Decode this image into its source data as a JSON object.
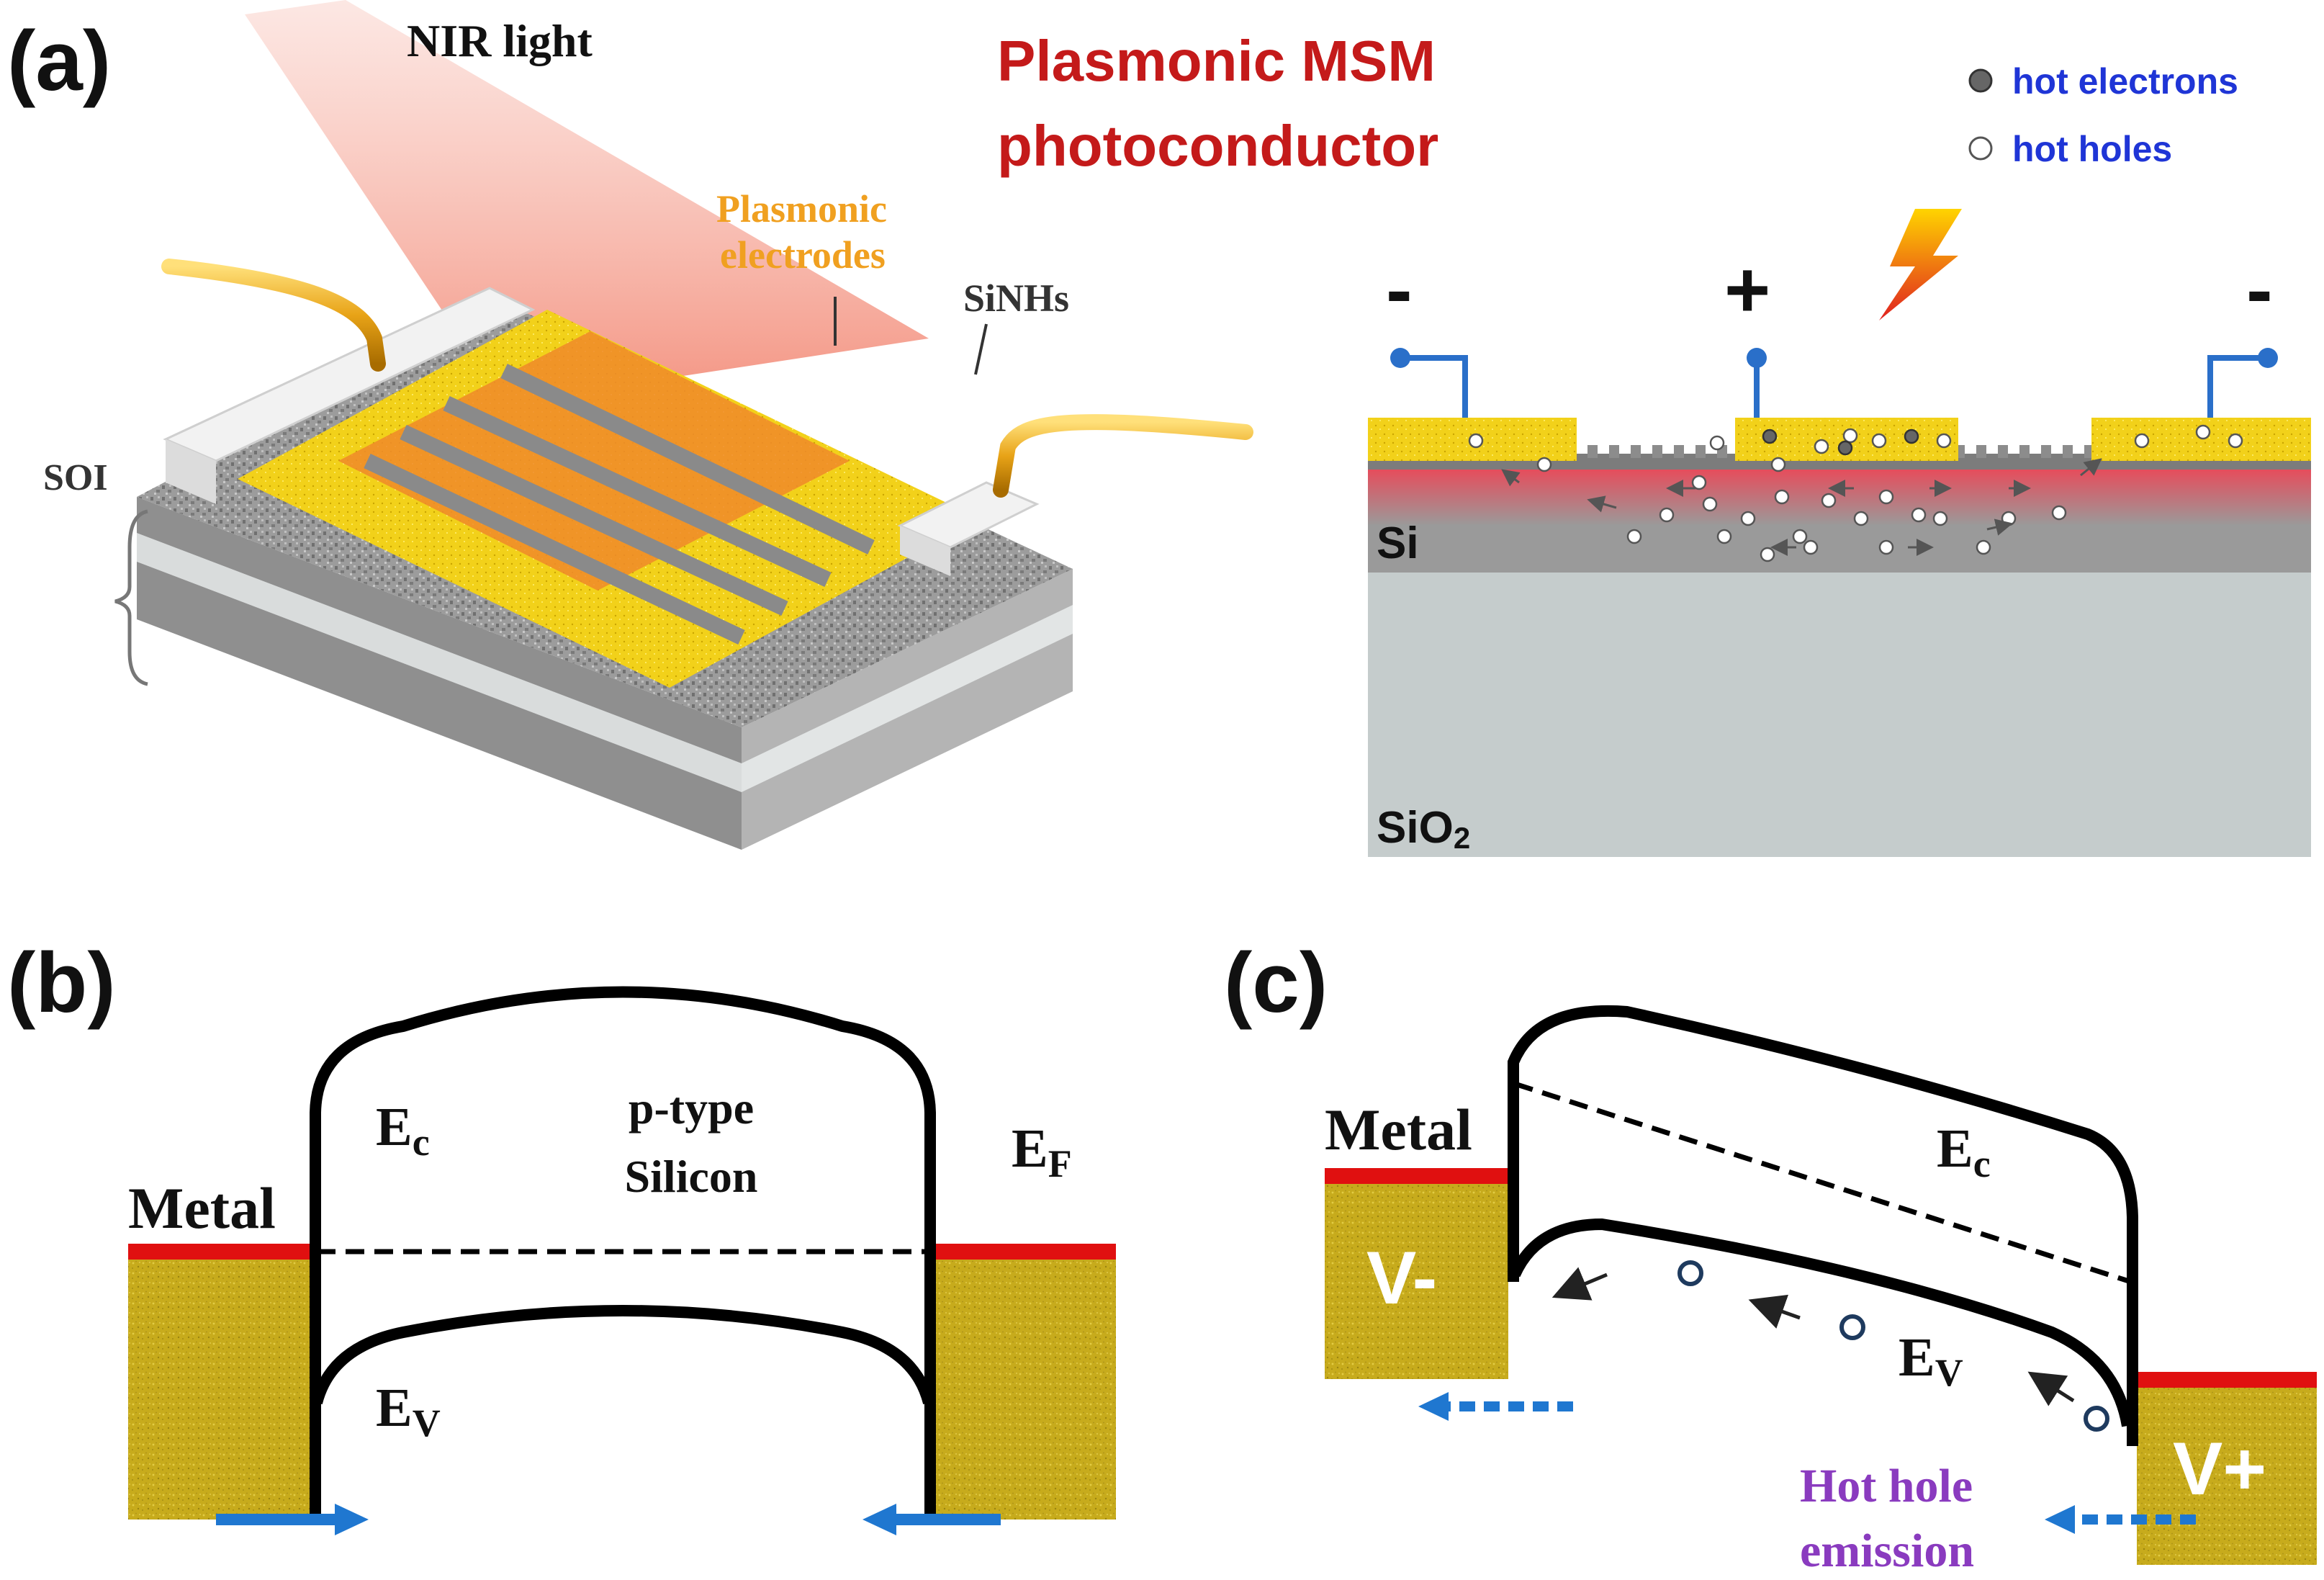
{
  "colors": {
    "metal_gold": "#c7ab1c",
    "metal_gold_dark": "#9a8410",
    "fermi_red": "#e01010",
    "title_red": "#c41a1a",
    "legend_blue": "#1f35d6",
    "arrow_blue": "#1f77d0",
    "hot_hole_purple": "#8a3bbf",
    "electrode_orange": "#f0a020",
    "wire_gold": "#e8a317",
    "si_gray": "#9a9a9a",
    "sio2_gray": "#c5cccc"
  },
  "panel_a": {
    "label": "(a)",
    "light_label": "NIR light",
    "title_line1": "Plasmonic MSM",
    "title_line2": "photoconductor",
    "electrodes_line1": "Plasmonic",
    "electrodes_line2": "electrodes",
    "sinhs_label": "SiNHs",
    "soi_label": "SOI",
    "legend": [
      {
        "symbol": "filled-circle",
        "label": "hot electrons"
      },
      {
        "symbol": "open-circle",
        "label": "hot holes"
      }
    ],
    "cross_section": {
      "polarity_left": "-",
      "polarity_center": "+",
      "polarity_right": "-",
      "si_label": "Si",
      "sio2_main": "SiO",
      "sio2_sub": "2"
    }
  },
  "panel_b": {
    "label": "(b)",
    "metal_label": "Metal",
    "ec_main": "E",
    "ec_sub": "c",
    "ev_main": "E",
    "ev_sub": "V",
    "ef_main": "E",
    "ef_sub": "F",
    "material_line1": "p-type",
    "material_line2": "Silicon"
  },
  "panel_c": {
    "label": "(c)",
    "metal_label": "Metal",
    "v_minus": "V-",
    "v_plus": "V+",
    "ec_main": "E",
    "ec_sub": "c",
    "ev_main": "E",
    "ev_sub": "V",
    "emission_line1": "Hot hole",
    "emission_line2": "emission"
  }
}
